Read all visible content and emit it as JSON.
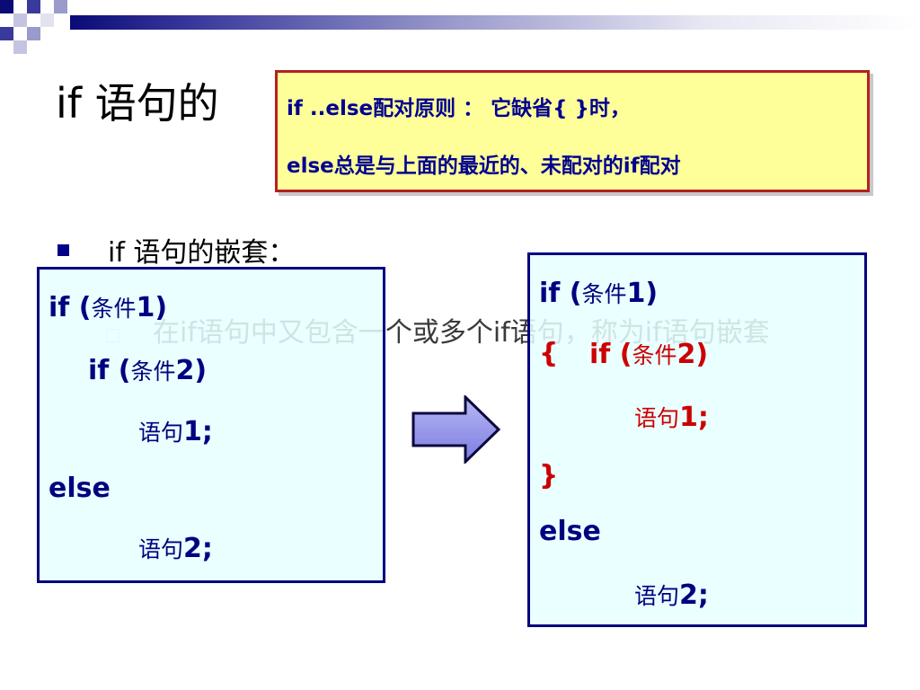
{
  "slide": {
    "title": "if 语句的",
    "bullet_1": "if 语句的嵌套：",
    "bullet_2": "在if语句中又包含一个或多个if语句，称为if语句嵌套"
  },
  "callout": {
    "line1": "if ..else配对原则 ： 它缺省{ }时，",
    "line2": "else总是与上面的最近的、未配对的if配对"
  },
  "left_code": {
    "line1_kw": "if (",
    "line1_cond": "条件",
    "line1_num": "1)",
    "line2_kw": "if (",
    "line2_cond": "条件",
    "line2_num": "2)",
    "line3_stmt": "语句",
    "line3_num": "1;",
    "line4_kw": "else",
    "line5_stmt": "语句",
    "line5_num": "2;"
  },
  "right_code": {
    "line1_kw": "if (",
    "line1_cond": "条件",
    "line1_num": "1)",
    "line2_brace": "{",
    "line2_kw": "if (",
    "line2_cond": "条件",
    "line2_num": "2)",
    "line3_stmt": "语句",
    "line3_num": "1;",
    "line4_brace": "}",
    "line5_kw": "else",
    "line6_stmt": "语句",
    "line6_num": "2;"
  },
  "colors": {
    "topbar_dark": "#0b0b78",
    "code_blue": "#000080",
    "code_red": "#cc0000",
    "callout_bg": "#ffff99",
    "callout_border": "#b22222",
    "code_box_bg": "#e6ffff"
  }
}
